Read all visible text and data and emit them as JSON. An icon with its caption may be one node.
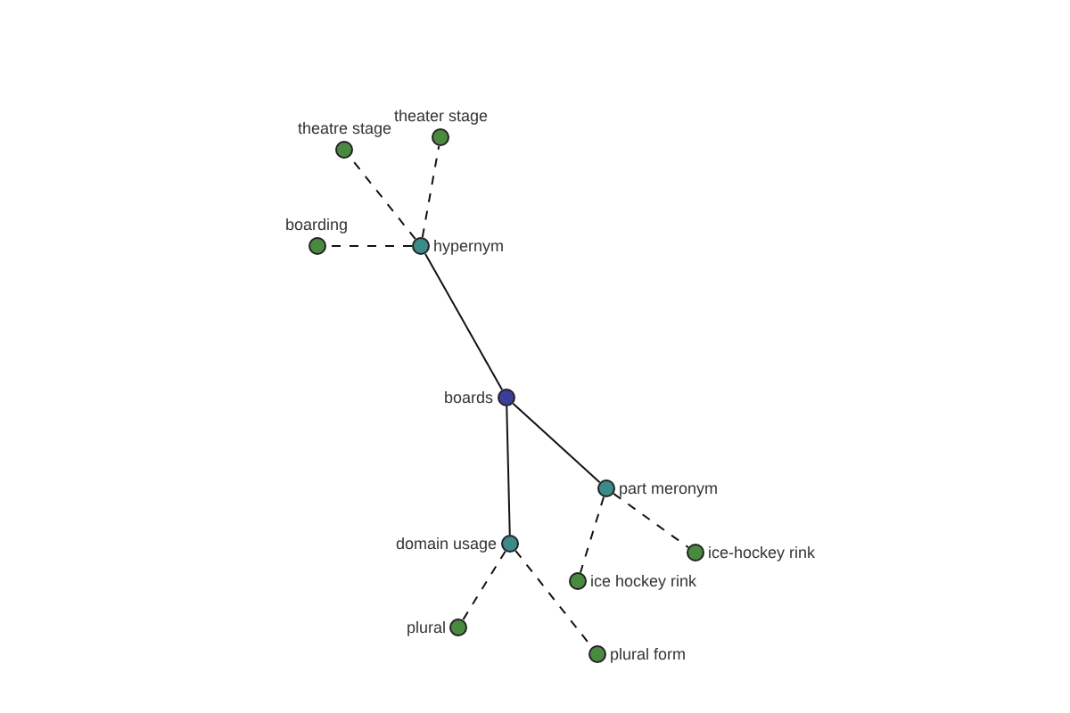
{
  "diagram": {
    "nodes": [
      {
        "text": [
          "theatre stage"
        ]
      },
      {
        "text": [
          "theater stage"
        ]
      },
      {
        "text": [
          "boarding"
        ]
      },
      {
        "text": [
          "hypernym"
        ]
      },
      {
        "text": [
          "boards"
        ]
      },
      {
        "text": [
          "part meronym"
        ]
      },
      {
        "text": [
          "domain usage"
        ]
      },
      {
        "text": [
          "ice hockey rink"
        ]
      },
      {
        "text": [
          "ice-hockey rink"
        ]
      },
      {
        "text": [
          "plural"
        ]
      },
      {
        "text": [
          "plural form"
        ]
      }
    ],
    "edges": [
      {
        "from": 4,
        "to": 3,
        "arrow": "none"
      },
      {
        "from": 4,
        "to": 5,
        "arrow": "none"
      },
      {
        "from": 4,
        "to": 6,
        "arrow": "none"
      },
      {
        "from": 3,
        "to": 0,
        "arrow": "none",
        "style": "dashed"
      },
      {
        "from": 3,
        "to": 1,
        "arrow": "none",
        "style": "dashed"
      },
      {
        "from": 3,
        "to": 2,
        "arrow": "none",
        "style": "dashed"
      },
      {
        "from": 5,
        "to": 7,
        "arrow": "none",
        "style": "dashed"
      },
      {
        "from": 5,
        "to": 8,
        "arrow": "none",
        "style": "dashed"
      },
      {
        "from": 6,
        "to": 9,
        "arrow": "none",
        "style": "dashed"
      },
      {
        "from": 6,
        "to": 10,
        "arrow": "none",
        "style": "dashed"
      }
    ]
  }
}
